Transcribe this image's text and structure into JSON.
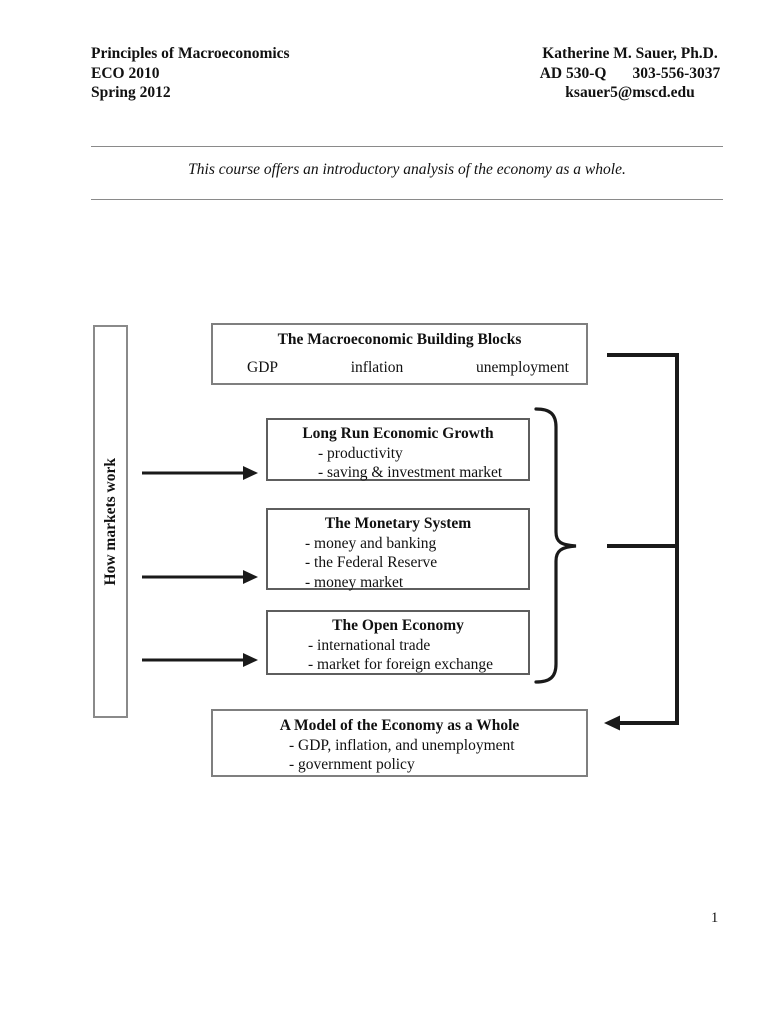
{
  "header": {
    "left": [
      "Principles of Macroeconomics",
      "ECO 2010",
      "Spring 2012"
    ],
    "right": {
      "name": "Katherine M. Sauer, Ph.D.",
      "office": "AD 530-Q",
      "phone": "303-556-3037",
      "email": "ksauer5@mscd.edu"
    }
  },
  "course_description": "This course offers an introductory analysis of the economy as a whole.",
  "diagram": {
    "side_label": "How markets work",
    "building_blocks": {
      "title": "The Macroeconomic Building Blocks",
      "terms": [
        "GDP",
        "inflation",
        "unemployment"
      ]
    },
    "topics": [
      {
        "title": "Long Run Economic Growth",
        "items": [
          "- productivity",
          "- saving & investment market"
        ]
      },
      {
        "title": "The Monetary System",
        "items": [
          "- money and banking",
          "- the Federal Reserve",
          "- money market"
        ]
      },
      {
        "title": "The Open Economy",
        "items": [
          "- international trade",
          "- market for foreign exchange"
        ]
      }
    ],
    "model": {
      "title": "A Model of the Economy as a Whole",
      "items": [
        "- GDP, inflation, and unemployment",
        "- government policy"
      ]
    }
  },
  "page_number": "1",
  "colors": {
    "text": "#111111",
    "line": "#1a1a1a",
    "rule": "#8a8a8a",
    "box_border_dark": "#5e5e5e",
    "box_border_light": "#7f7f7f",
    "background": "#ffffff"
  }
}
